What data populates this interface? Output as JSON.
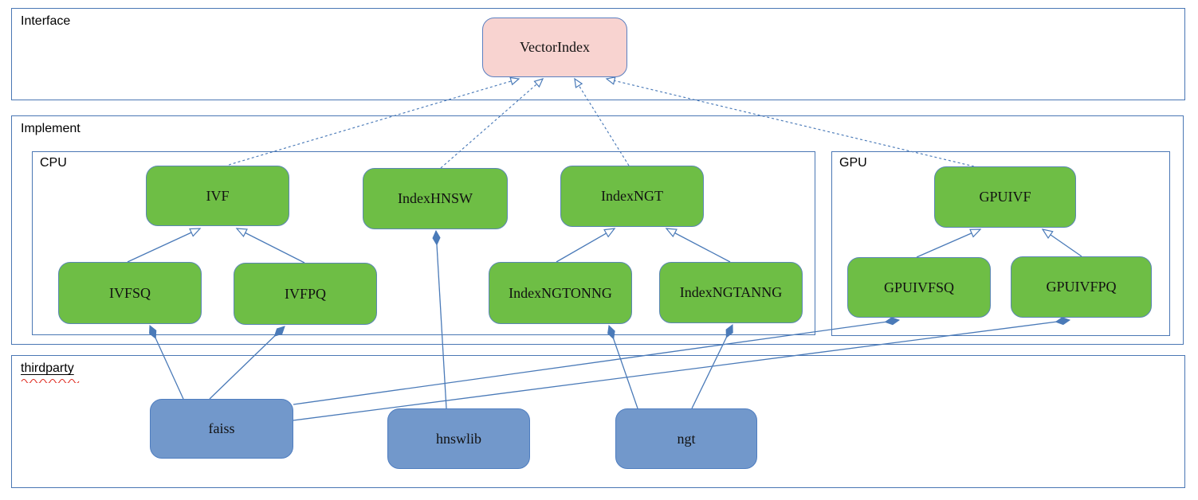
{
  "diagram": {
    "containers": {
      "interface": {
        "label": "Interface"
      },
      "implement": {
        "label": "Implement"
      },
      "cpu": {
        "label": "CPU"
      },
      "gpu": {
        "label": "GPU"
      },
      "thirdparty": {
        "label": "thirdparty"
      }
    },
    "nodes": {
      "vectorindex": {
        "label": "VectorIndex",
        "kind": "interface",
        "container": "interface"
      },
      "ivf": {
        "label": "IVF",
        "kind": "implementation",
        "container": "cpu"
      },
      "indexhnsw": {
        "label": "IndexHNSW",
        "kind": "implementation",
        "container": "cpu"
      },
      "indexngt": {
        "label": "IndexNGT",
        "kind": "implementation",
        "container": "cpu"
      },
      "ivfsq": {
        "label": "IVFSQ",
        "kind": "implementation",
        "container": "cpu"
      },
      "ivfpq": {
        "label": "IVFPQ",
        "kind": "implementation",
        "container": "cpu"
      },
      "indexngtonng": {
        "label": "IndexNGTONNG",
        "kind": "implementation",
        "container": "cpu"
      },
      "indexngtanng": {
        "label": "IndexNGTANNG",
        "kind": "implementation",
        "container": "cpu"
      },
      "gpuivf": {
        "label": "GPUIVF",
        "kind": "implementation",
        "container": "gpu"
      },
      "gpuivfsq": {
        "label": "GPUIVFSQ",
        "kind": "implementation",
        "container": "gpu"
      },
      "gpuivfpq": {
        "label": "GPUIVFPQ",
        "kind": "implementation",
        "container": "gpu"
      },
      "faiss": {
        "label": "faiss",
        "kind": "library",
        "container": "thirdparty"
      },
      "hnswlib": {
        "label": "hnswlib",
        "kind": "library",
        "container": "thirdparty"
      },
      "ngt": {
        "label": "ngt",
        "kind": "library",
        "container": "thirdparty"
      }
    },
    "edges": [
      {
        "from": "ivf",
        "to": "vectorindex",
        "type": "realization"
      },
      {
        "from": "indexhnsw",
        "to": "vectorindex",
        "type": "realization"
      },
      {
        "from": "indexngt",
        "to": "vectorindex",
        "type": "realization"
      },
      {
        "from": "gpuivf",
        "to": "vectorindex",
        "type": "realization"
      },
      {
        "from": "ivfsq",
        "to": "ivf",
        "type": "generalization"
      },
      {
        "from": "ivfpq",
        "to": "ivf",
        "type": "generalization"
      },
      {
        "from": "indexngtonng",
        "to": "indexngt",
        "type": "generalization"
      },
      {
        "from": "indexngtanng",
        "to": "indexngt",
        "type": "generalization"
      },
      {
        "from": "gpuivfsq",
        "to": "gpuivf",
        "type": "generalization"
      },
      {
        "from": "gpuivfpq",
        "to": "gpuivf",
        "type": "generalization"
      },
      {
        "from": "faiss",
        "to": "ivfsq",
        "type": "composition"
      },
      {
        "from": "faiss",
        "to": "ivfpq",
        "type": "composition"
      },
      {
        "from": "faiss",
        "to": "gpuivfsq",
        "type": "composition"
      },
      {
        "from": "faiss",
        "to": "gpuivfpq",
        "type": "composition"
      },
      {
        "from": "hnswlib",
        "to": "indexhnsw",
        "type": "composition"
      },
      {
        "from": "ngt",
        "to": "indexngtonng",
        "type": "composition"
      },
      {
        "from": "ngt",
        "to": "indexngtanng",
        "type": "composition"
      }
    ],
    "colors": {
      "interface_fill": "#f8d3d0",
      "impl_fill": "#6ebe45",
      "thirdparty_fill": "#7298cb",
      "line": "#4a7ab8",
      "container_border": "#4a77b4",
      "spellcheck": "#e02b20"
    }
  }
}
